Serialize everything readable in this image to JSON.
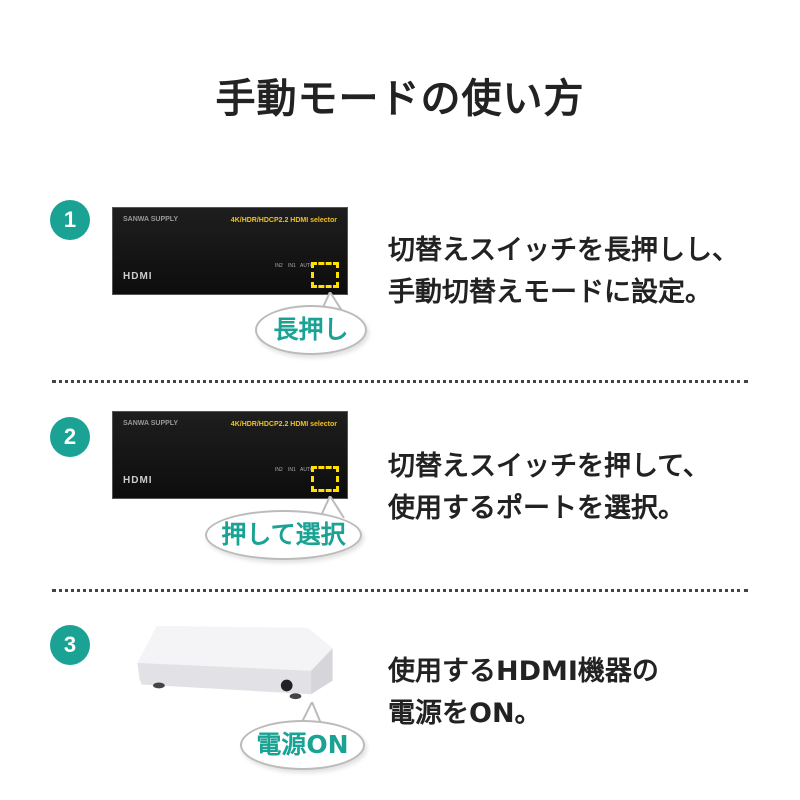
{
  "title": "手動モードの使い方",
  "accent": "#1aa394",
  "device": {
    "brand": "SANWA SUPPLY",
    "model": "4K/HDR/HDCP2.2 HDMI selector",
    "logo": "HDMI",
    "ports": [
      "IN2",
      "IN1",
      "AUTO"
    ]
  },
  "steps": [
    {
      "number": "1",
      "bubble": "長押し",
      "lines": [
        "切替えスイッチを長押しし、",
        "手動切替えモードに設定。"
      ]
    },
    {
      "number": "2",
      "bubble": "押して選択",
      "lines": [
        "切替えスイッチを押して、",
        "使用するポートを選択。"
      ]
    },
    {
      "number": "3",
      "bubble": "電源ON",
      "lines": [
        "使用するHDMI機器の",
        "電源をON。"
      ]
    }
  ]
}
